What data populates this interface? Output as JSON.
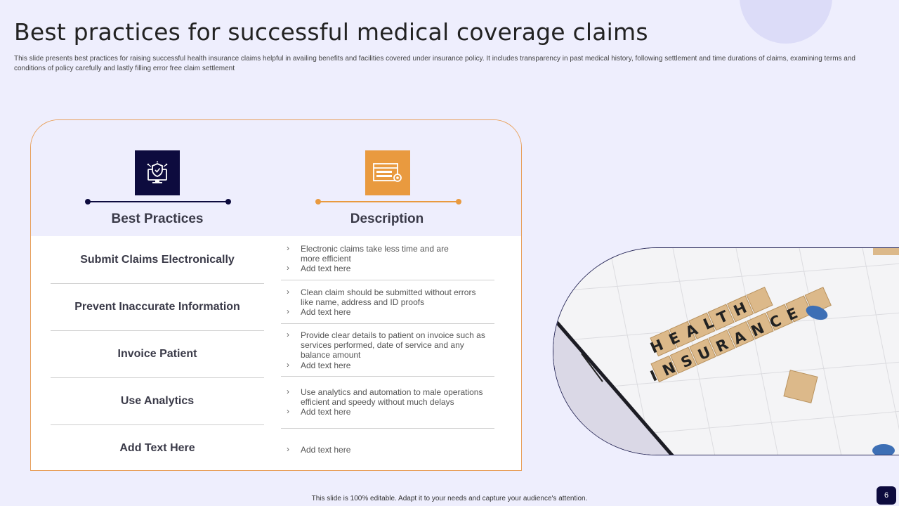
{
  "slide": {
    "title": "Best practices for successful medical coverage claims",
    "subtitle": "This slide presents best practices for raising successful health insurance claims helpful in availing benefits and facilities covered under insurance policy. It includes transparency in past medical history, following settlement and time durations of claims, examining terms and conditions of policy carefully  and lastly filling error free claim settlement",
    "footer": "This slide is 100% editable.  Adapt it to your needs and capture your audience's attention.",
    "page_number": "6"
  },
  "table": {
    "col1_header": "Best Practices",
    "col2_header": "Description",
    "rows": [
      {
        "label": "Submit Claims Electronically",
        "items": [
          "Electronic claims take less time and are more efficient",
          "Add text here"
        ]
      },
      {
        "label": "Prevent Inaccurate Information",
        "items": [
          "Clean claim should be submitted without errors like name, address and ID proofs",
          "Add text here"
        ]
      },
      {
        "label": "Invoice Patient",
        "items": [
          "Provide clear details to patient on invoice such as services performed, date of service and any balance amount",
          "Add text here"
        ]
      },
      {
        "label": "Use Analytics",
        "items": [
          "Use analytics and automation to male operations efficient and speedy without much delays",
          "Add text here"
        ]
      },
      {
        "label": "Add Text Here",
        "items": [
          "Add text here"
        ]
      }
    ],
    "bullet_glyph": "›"
  },
  "photo": {
    "word1": "HEALTH",
    "word2": "INSURANCE"
  },
  "icons": {
    "col1": "monitor-shield-icon",
    "col2": "document-gear-icon"
  },
  "colors": {
    "background": "#eeeefd",
    "navy": "#0d0b3e",
    "orange": "#e99a3f",
    "card_border": "#e8a05c"
  }
}
